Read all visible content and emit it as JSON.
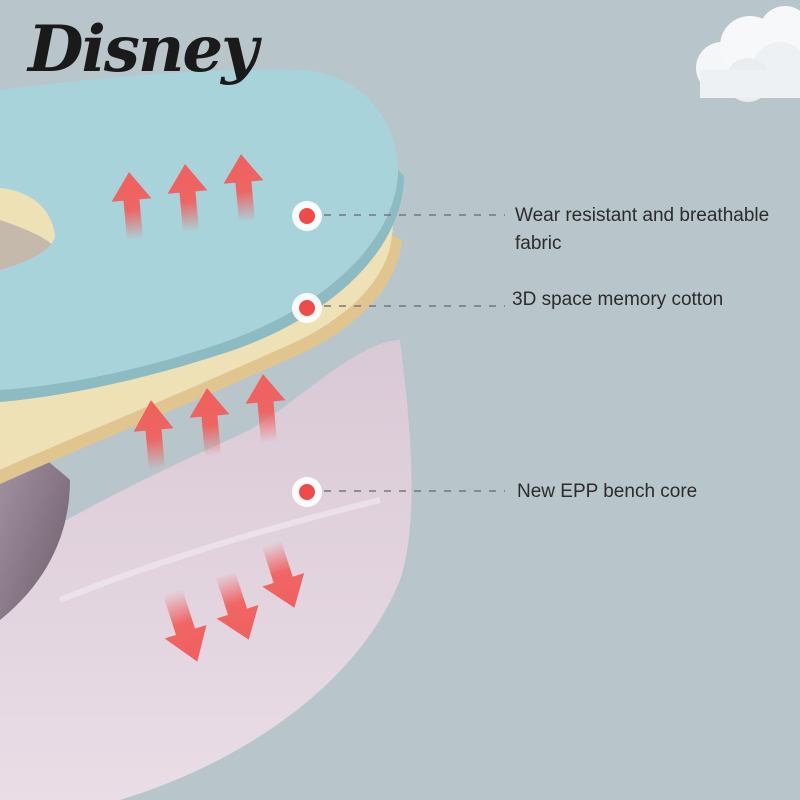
{
  "brand": {
    "logo_text": "Disney"
  },
  "callouts": [
    {
      "label": "Wear resistant and breathable fabric"
    },
    {
      "label": "3D space memory cotton"
    },
    {
      "label": "New EPP bench core"
    }
  ],
  "colors": {
    "background": "#b8c6cb",
    "fabric_layer": "#a9d3da",
    "cotton_layer": "#efe1b6",
    "core_layer": "#e6d6e1",
    "arrow": "#f0605e",
    "dot": "#ef4b4b",
    "dashed_line": "#777777"
  },
  "icons": [
    "cloud-icon",
    "up-arrow-icon",
    "down-arrow-icon",
    "marker-dot-icon"
  ]
}
